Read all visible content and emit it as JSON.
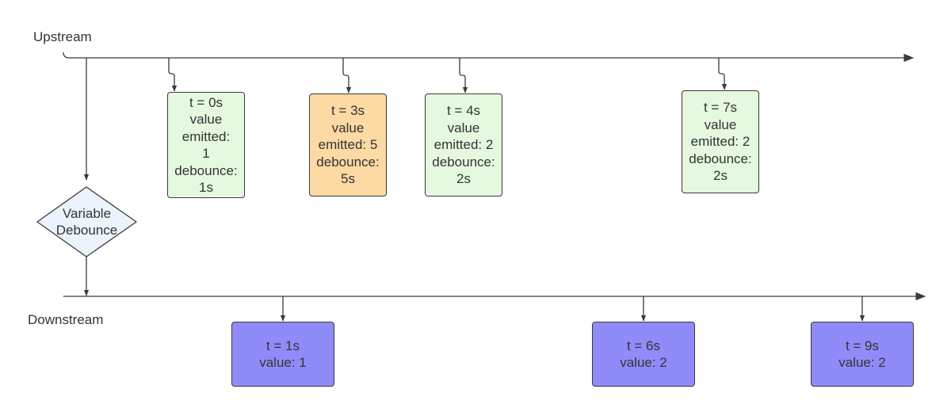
{
  "upstream_label": "Upstream",
  "downstream_label": "Downstream",
  "operator": {
    "label": "Variable\nDebounce"
  },
  "colors": {
    "line": "#3a3a3a",
    "upstream_event": "#e5f9e0",
    "highlight_event": "#fdd9a4",
    "downstream_event": "#8f8cfa",
    "operator_fill": "#edf3fd"
  },
  "upstream_events": [
    {
      "text": "t = 0s\nvalue\nemitted:\n1\ndebounce:\n1s"
    },
    {
      "text": "t = 3s\nvalue\nemitted: 5\ndebounce:\n5s"
    },
    {
      "text": "t = 4s\nvalue\nemitted: 2\ndebounce:\n2s"
    },
    {
      "text": "t = 7s\nvalue\nemitted: 2\ndebounce:\n2s"
    }
  ],
  "downstream_events": [
    {
      "text": "t = 1s\nvalue: 1"
    },
    {
      "text": "t = 6s\nvalue: 2"
    },
    {
      "text": "t = 9s\nvalue: 2"
    }
  ]
}
